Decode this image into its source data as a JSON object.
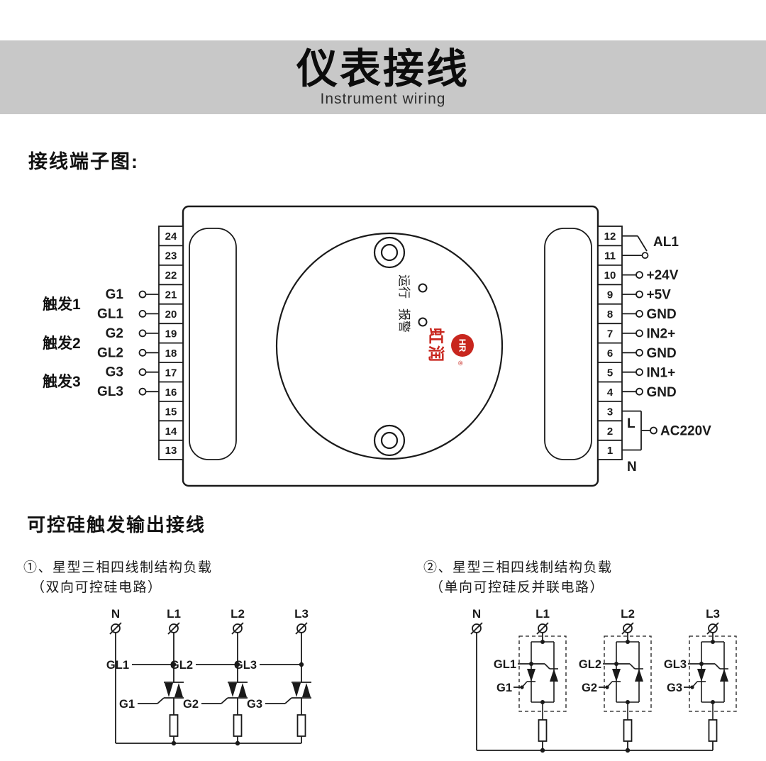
{
  "header": {
    "title": "仪表接线",
    "subtitle": "Instrument wiring"
  },
  "headings": {
    "terminal_diagram": "接线端子图:",
    "scr_output": "可控硅触发输出接线"
  },
  "device": {
    "left_terminals": [
      "24",
      "23",
      "22",
      "21",
      "20",
      "19",
      "18",
      "17",
      "16",
      "15",
      "14",
      "13"
    ],
    "right_terminals": [
      "12",
      "11",
      "10",
      "9",
      "8",
      "7",
      "6",
      "5",
      "4",
      "3",
      "2",
      "1"
    ],
    "trigger_groups": [
      {
        "label": "触发1"
      },
      {
        "label": "触发2"
      },
      {
        "label": "触发3"
      }
    ],
    "left_pins": [
      "G1",
      "GL1",
      "G2",
      "GL2",
      "G3",
      "GL3"
    ],
    "right_pins": [
      "AL1",
      "+24V",
      "+5V",
      "GND",
      "IN2+",
      "GND",
      "IN1+",
      "GND"
    ],
    "power": {
      "live": "L",
      "neutral": "N",
      "label": "AC220V"
    },
    "face": {
      "run": "运行",
      "alarm": "报警",
      "brand": "虹润",
      "brand_mark": "HR",
      "reg_mark": "®"
    }
  },
  "circuit1": {
    "title": "①、星型三相四线制结构负载",
    "subtitle": "（双向可控硅电路）",
    "phases": [
      "N",
      "L1",
      "L2",
      "L3"
    ],
    "gl_labels": [
      "GL1",
      "GL2",
      "GL3"
    ],
    "g_labels": [
      "G1",
      "G2",
      "G3"
    ]
  },
  "circuit2": {
    "title": "②、星型三相四线制结构负载",
    "subtitle": "（单向可控硅反并联电路）",
    "phases": [
      "N",
      "L1",
      "L2",
      "L3"
    ],
    "gl_labels": [
      "GL1",
      "GL2",
      "GL3"
    ],
    "g_labels": [
      "G1",
      "G2",
      "G3"
    ]
  },
  "colors": {
    "banner_gray": "#c8c8c8",
    "line": "#1a1a1a",
    "brand_red": "#c8261e"
  }
}
